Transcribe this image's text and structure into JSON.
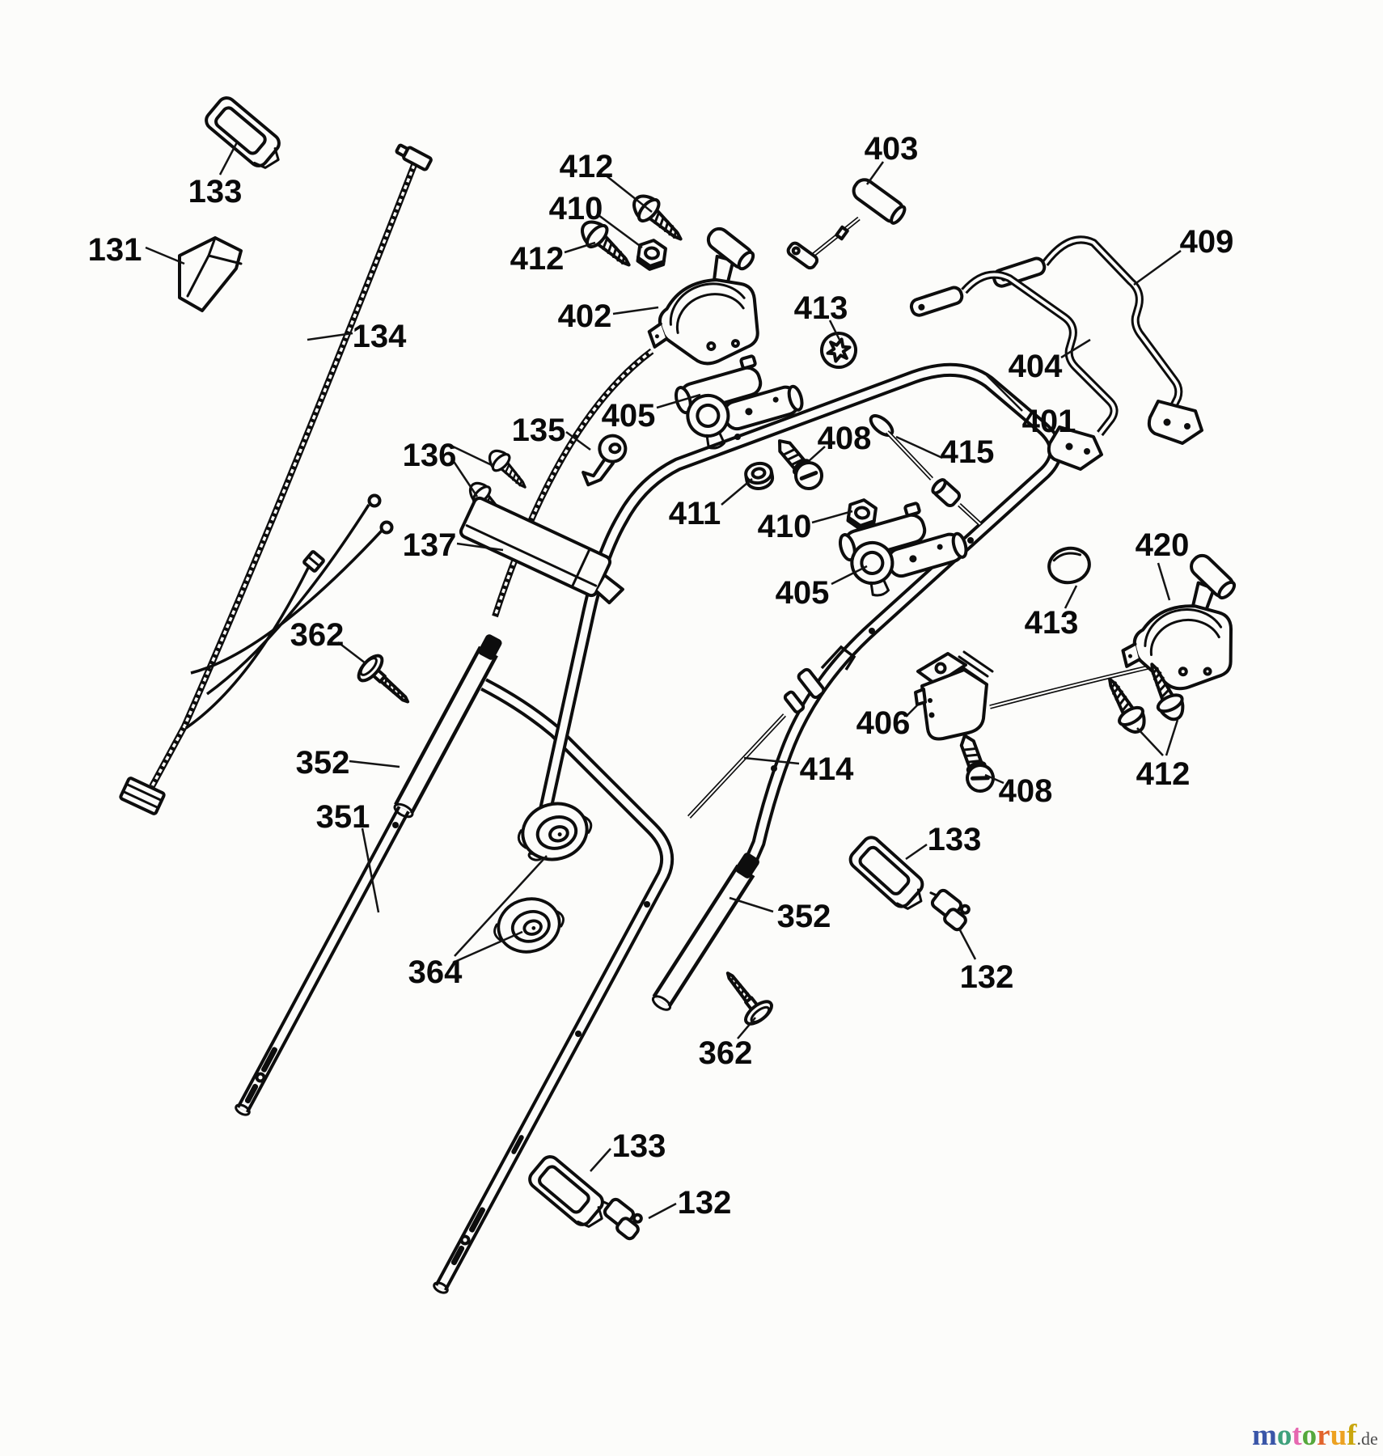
{
  "labels": [
    {
      "part": "133",
      "text": "133"
    },
    {
      "part": "131",
      "text": "131"
    },
    {
      "part": "134",
      "text": "134"
    },
    {
      "part": "412",
      "text": "412"
    },
    {
      "part": "410",
      "text": "410"
    },
    {
      "part": "412",
      "text": "412"
    },
    {
      "part": "402",
      "text": "402"
    },
    {
      "part": "413",
      "text": "413"
    },
    {
      "part": "403",
      "text": "403"
    },
    {
      "part": "409",
      "text": "409"
    },
    {
      "part": "404",
      "text": "404"
    },
    {
      "part": "401",
      "text": "401"
    },
    {
      "part": "415",
      "text": "415"
    },
    {
      "part": "405",
      "text": "405"
    },
    {
      "part": "408",
      "text": "408"
    },
    {
      "part": "411",
      "text": "411"
    },
    {
      "part": "410",
      "text": "410"
    },
    {
      "part": "405",
      "text": "405"
    },
    {
      "part": "135",
      "text": "135"
    },
    {
      "part": "136",
      "text": "136"
    },
    {
      "part": "137",
      "text": "137"
    },
    {
      "part": "362",
      "text": "362"
    },
    {
      "part": "352",
      "text": "352"
    },
    {
      "part": "351",
      "text": "351"
    },
    {
      "part": "414",
      "text": "414"
    },
    {
      "part": "352",
      "text": "352"
    },
    {
      "part": "362",
      "text": "362"
    },
    {
      "part": "364",
      "text": "364"
    },
    {
      "part": "133",
      "text": "133"
    },
    {
      "part": "132",
      "text": "132"
    },
    {
      "part": "133",
      "text": "133"
    },
    {
      "part": "132",
      "text": "132"
    },
    {
      "part": "406",
      "text": "406"
    },
    {
      "part": "408",
      "text": "408"
    },
    {
      "part": "412",
      "text": "412"
    },
    {
      "part": "420",
      "text": "420"
    },
    {
      "part": "413",
      "text": "413"
    }
  ],
  "watermark": {
    "letters": [
      {
        "ch": "m",
        "color": "#3a56a8"
      },
      {
        "ch": "o",
        "color": "#3fa17c"
      },
      {
        "ch": "t",
        "color": "#e668b0"
      },
      {
        "ch": "o",
        "color": "#56a83c"
      },
      {
        "ch": "r",
        "color": "#e2642c"
      },
      {
        "ch": "u",
        "color": "#eda221"
      },
      {
        "ch": "f",
        "color": "#c9a60e"
      }
    ],
    "suffix": ".de",
    "suffix_color": "#4d4d4d"
  }
}
